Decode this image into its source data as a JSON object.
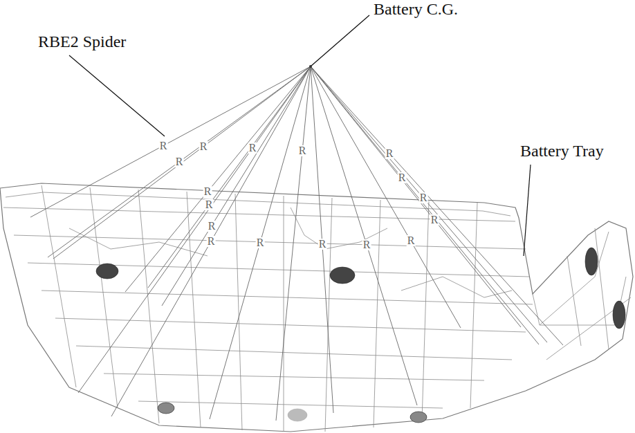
{
  "diagram": {
    "labels": [
      "Battery C.G.",
      "RBE2 Spider",
      "Battery Tray",
      "R",
      "R",
      "R",
      "R",
      "R",
      "R",
      "R",
      "R",
      "R",
      "R",
      "R",
      "R",
      "R",
      "R",
      "R",
      "R",
      "R"
    ]
  }
}
